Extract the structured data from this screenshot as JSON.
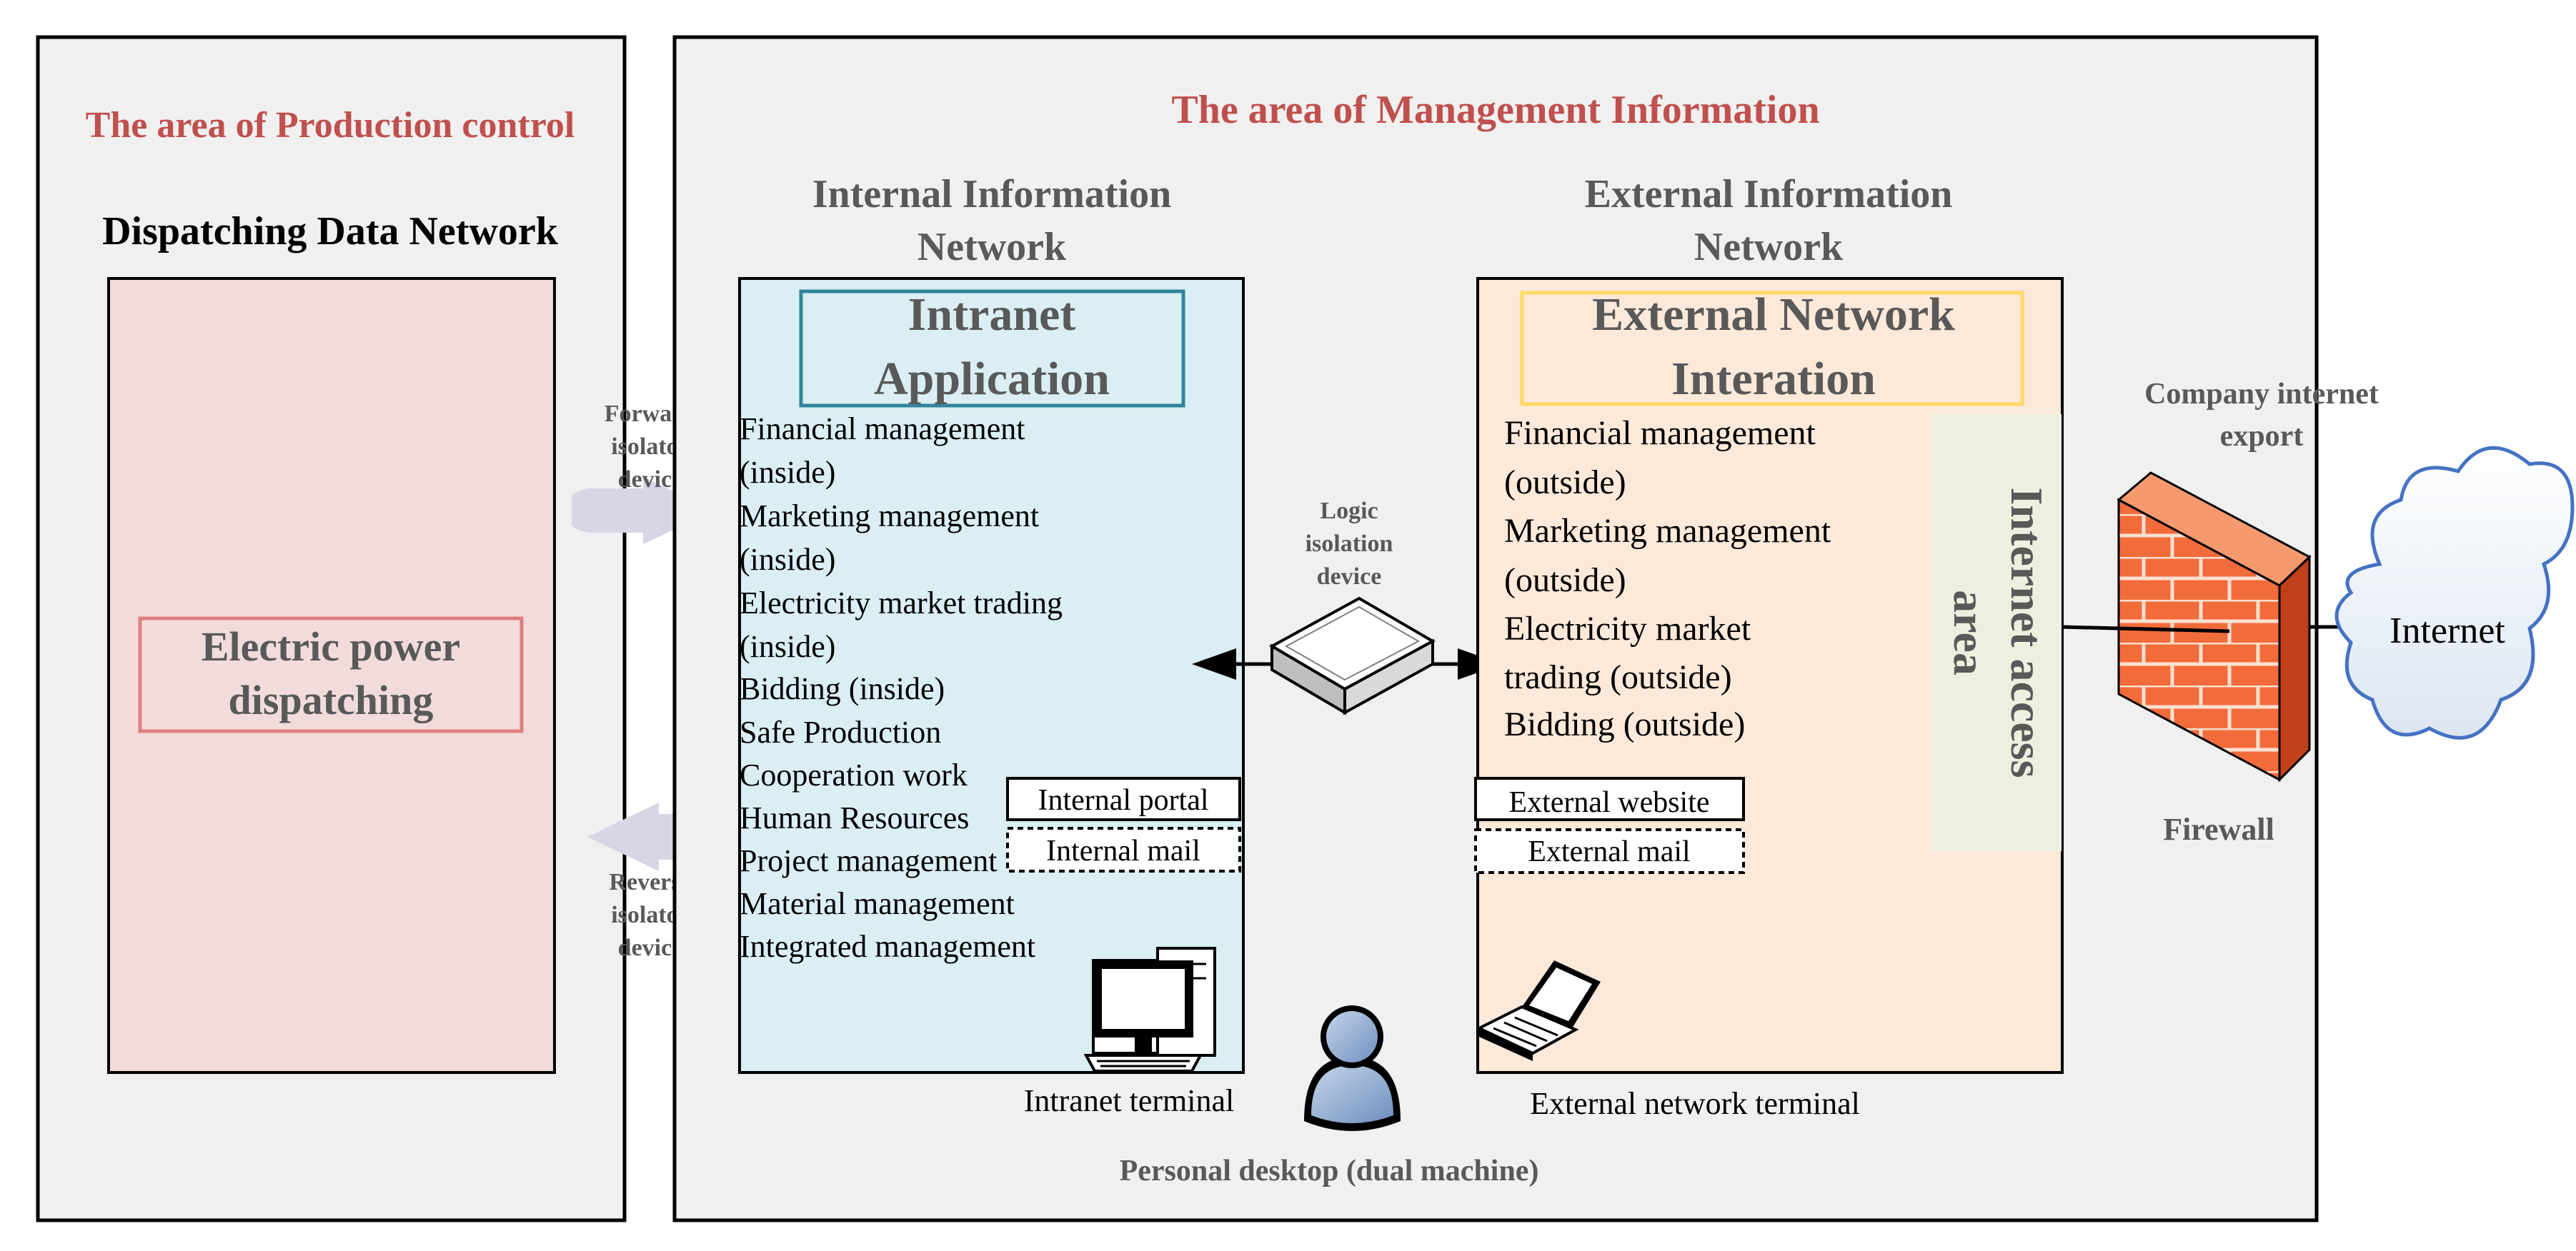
{
  "colors": {
    "area_bg": "#f0f0f0",
    "title_red": "#c0504d",
    "gray_text": "#595959",
    "production_box": "#f2dcdb",
    "intranet_box": "#daeef3",
    "external_box": "#fde9d9",
    "internet_area": "#ebf1de",
    "intranet_title_border": "#31859c",
    "external_title_border": "#ffd966",
    "arrow_fill": "#d9d5e5"
  },
  "production_area": {
    "title": "The area of Production control",
    "network": "Dispatching Data Network",
    "box_label_line1": "Electric power",
    "box_label_line2": "dispatching"
  },
  "isolators": {
    "forward": [
      "Forward",
      "isolator",
      "device"
    ],
    "reverse": [
      "Reverse",
      "isolator",
      "device"
    ],
    "logic": [
      "Logic",
      "isolation",
      "device"
    ]
  },
  "management_area": {
    "title": "The area of Management Information",
    "internal": {
      "heading_line1": "Internal Information",
      "heading_line2": "Network",
      "app_title_line1": "Intranet",
      "app_title_line2": "Application",
      "items": [
        "Financial management",
        "(inside)",
        "Marketing management",
        "(inside)",
        "Electricity market trading",
        "(inside)",
        "Bidding (inside)",
        "Safe Production",
        "Cooperation work",
        "Human Resources",
        "Project management",
        "Material management",
        "Integrated management"
      ],
      "portal": "Internal portal",
      "mail": "Internal mail",
      "terminal": "Intranet terminal"
    },
    "external": {
      "heading_line1": "External Information",
      "heading_line2": "Network",
      "app_title_line1": "External Network",
      "app_title_line2": "Interation",
      "items": [
        "Financial management",
        "(outside)",
        "Marketing management",
        "(outside)",
        "Electricity market",
        "trading (outside)",
        "Bidding (outside)"
      ],
      "internet_access_line1": "Internet access",
      "internet_access_line2": "area",
      "website": "External website",
      "mail": "External mail",
      "terminal": "External network terminal"
    },
    "personal_desktop": "Personal desktop (dual machine)"
  },
  "export": {
    "label_line1": "Company internet",
    "label_line2": "export",
    "firewall": "Firewall",
    "internet": "Internet"
  }
}
